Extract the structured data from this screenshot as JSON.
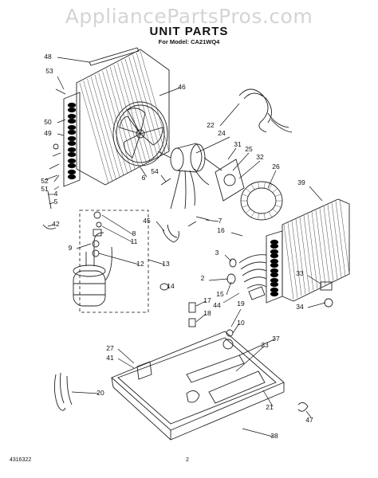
{
  "watermark": "AppliancePartsPros.com",
  "title": "UNIT PARTS",
  "subtitle": "For Model: CA21WQ4",
  "footer": {
    "doc_number": "4316322",
    "page_number": "2"
  },
  "callouts": [
    "48",
    "53",
    "46",
    "50",
    "49",
    "22",
    "24",
    "31",
    "25",
    "32",
    "26",
    "39",
    "6",
    "54",
    "52",
    "51",
    "4",
    "5",
    "42",
    "7",
    "45",
    "8",
    "11",
    "16",
    "9",
    "12",
    "13",
    "3",
    "2",
    "15",
    "33",
    "34",
    "14",
    "17",
    "18",
    "44",
    "19",
    "10",
    "27",
    "41",
    "37",
    "23",
    "21",
    "20",
    "47",
    "38"
  ]
}
